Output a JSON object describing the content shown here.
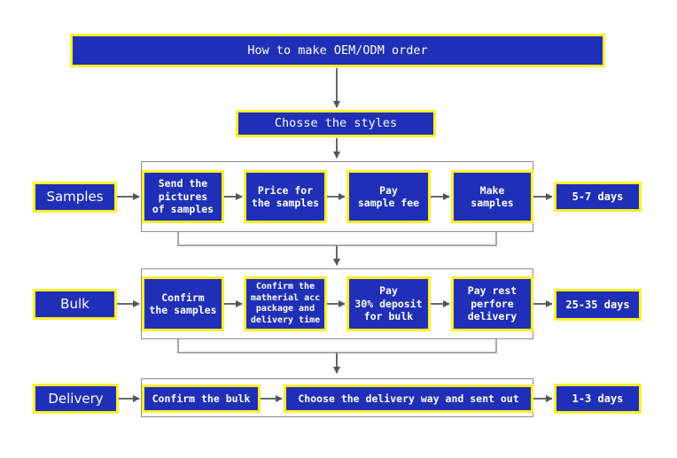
{
  "title": "How to make OEM/ODM order",
  "styles_step": "Chosse the styles",
  "samples": {
    "label": "Samples",
    "steps": [
      "Send the\npictures\nof samples",
      "Price for\nthe samples",
      "Pay\nsample fee",
      "Make\nsamples"
    ],
    "duration": "5-7 days"
  },
  "bulk": {
    "label": "Bulk",
    "steps": [
      "Confirm\nthe samples",
      "Confirm the\nmatherial acc\npackage and\ndelivery time",
      "Pay\n30% deposit\nfor bulk",
      "Pay rest\nperfore\ndelivery"
    ],
    "duration": "25-35 days"
  },
  "delivery": {
    "label": "Delivery",
    "steps": [
      "Confirm the bulk",
      "Choose the delivery way and sent out"
    ],
    "duration": "1-3 days"
  },
  "colors": {
    "box_fill": "#1f2fb8",
    "box_border": "#ffef2a",
    "text": "#ffffff",
    "connector": "#555555",
    "frame": "#8c8c8c"
  }
}
